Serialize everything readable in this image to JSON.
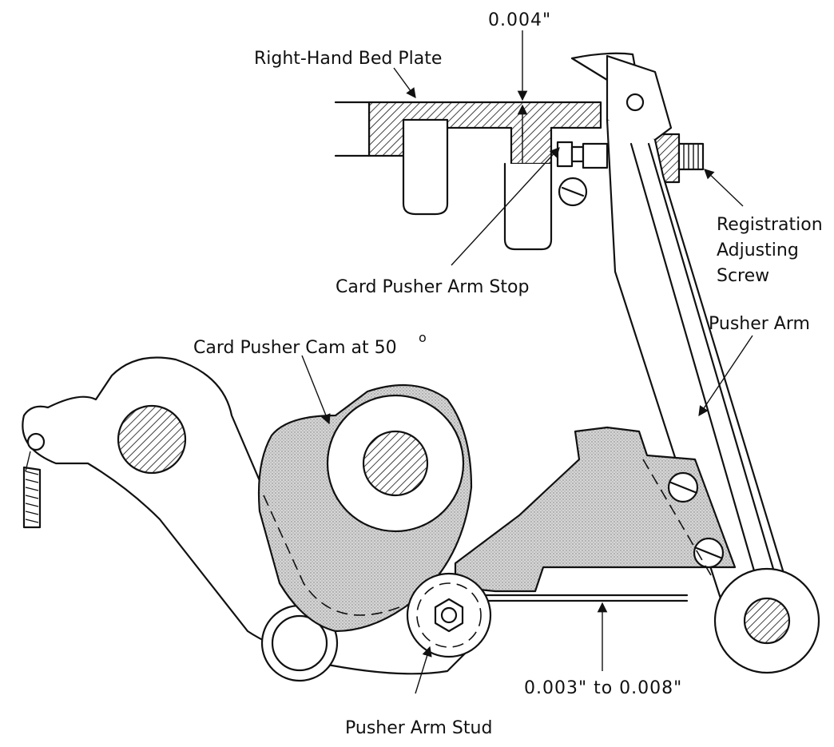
{
  "labels": {
    "clearance_top": "0.004\"",
    "bed_plate": "Right-Hand Bed Plate",
    "screw_line1": "Registration",
    "screw_line2": "Adjusting",
    "screw_line3": "Screw",
    "arm_stop": "Card Pusher Arm Stop",
    "pusher_arm": "Pusher Arm",
    "cam_text": "Card Pusher Cam at 50",
    "cam_degree": "o",
    "clearance_bottom": "0.003\" to 0.008\"",
    "stud": "Pusher Arm Stud"
  },
  "colors": {
    "ink": "#111111",
    "paper": "#ffffff",
    "stipple": "#9a9a9a"
  }
}
